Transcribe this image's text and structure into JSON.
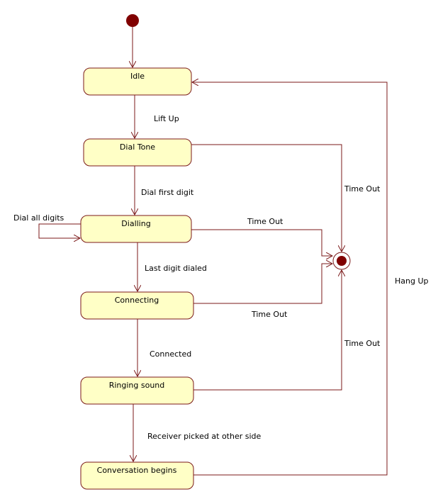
{
  "colors": {
    "line": "#7b1a1a",
    "state_fill": "#ffffc6",
    "node": "#800000"
  },
  "states": {
    "idle": "Idle",
    "dial_tone": "Dial Tone",
    "dialling": "Dialling",
    "connecting": "Connecting",
    "ringing": "Ringing sound",
    "conversation": "Conversation begins"
  },
  "transitions": {
    "lift_up": "Lift Up",
    "dial_first_digit": "Dial first digit",
    "dial_all_digits": "Dial all digits",
    "last_digit_dialed": "Last digit dialed",
    "connected": "Connected",
    "receiver_picked": "Receiver picked at other side",
    "timeout_dial_tone": "Time Out",
    "timeout_dialling": "Time Out",
    "timeout_connecting": "Time Out",
    "timeout_ringing": "Time Out",
    "hang_up": "Hang Up"
  }
}
